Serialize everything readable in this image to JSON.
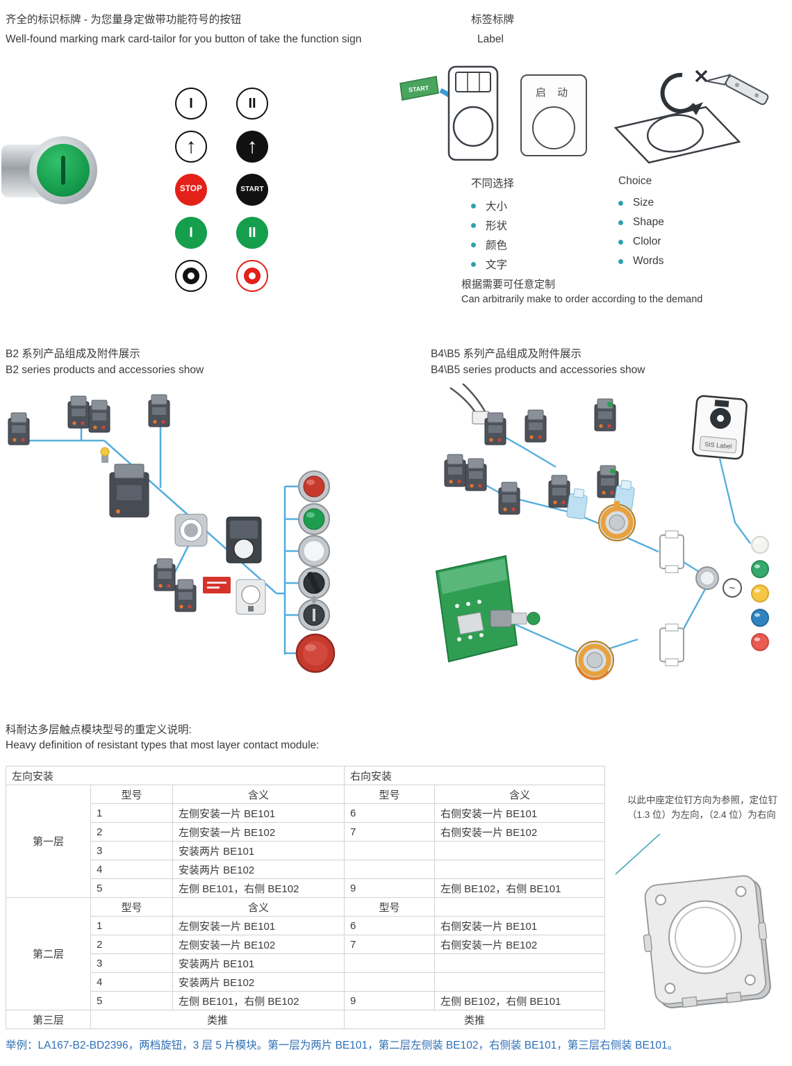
{
  "colors": {
    "accent_teal": "#2fa0ad",
    "diagram_blue": "#56aede",
    "example_blue": "#2e6fb5",
    "symbol_red": "#e32119",
    "symbol_green": "#159e4c",
    "symbol_black": "#111111"
  },
  "section1": {
    "left": {
      "title_cn": "齐全的标识标牌 - 为您量身定做带功能符号的按钮",
      "title_en": "Well-found marking mark card-tailor for you button of take the function sign",
      "symbols": {
        "sym1": "I",
        "sym2": "II",
        "sym3": "↑",
        "sym4": "↑",
        "sym5": "STOP",
        "sym6": "START",
        "sym7": "I",
        "sym8": "II"
      }
    },
    "right": {
      "title_cn": "标签标牌",
      "title_en": "Label",
      "start_tag": "START",
      "tag_text": "启 动",
      "choice_title_cn": "不同选择",
      "choice_title_en": "Choice",
      "choices_cn": [
        "大小",
        "形状",
        "颜色",
        "文字"
      ],
      "choices_en": [
        "Size",
        "Shape",
        "Clolor",
        "Words"
      ],
      "custom_cn": "根据需要可任意定制",
      "custom_en": "Can arbitrarily make to order according to the demand"
    }
  },
  "section2": {
    "b2_title_cn": "B2 系列产品组成及附件展示",
    "b2_title_en": "B2 series products and accessories show",
    "b45_title_cn": "B4\\B5 系列产品组成及附件展示",
    "b45_title_en": "B4\\B5 series products and accessories show",
    "sis_label": "SIS Label",
    "ac_symbol": "~"
  },
  "section3": {
    "title_cn": "科耐达多层触点模块型号的重定义说明:",
    "title_en": "Heavy definition of resistant types that most layer contact module:",
    "note": "以此中座定位钉方向为参照，定位钉（1.3 位）为左向，（2.4 位）为右向",
    "example": "举例：LA167-B2-BD2396，两档旋钮，3 层 5 片模块。第一层为两片 BE101，第二层左侧装 BE102，右侧装 BE101，第三层右侧装 BE101。",
    "table": {
      "header_left": "左向安装",
      "header_right": "右向安装",
      "model_header": "型号",
      "meaning_header": "含义",
      "layer1_label": "第一层",
      "layer2_label": "第二层",
      "layer3_label": "第三层",
      "etc_text": "类推",
      "layer1_rows": [
        {
          "lm": "1",
          "ld": "左侧安装一片 BE101",
          "rm": "6",
          "rd": "右侧安装一片 BE101"
        },
        {
          "lm": "2",
          "ld": "左侧安装一片 BE102",
          "rm": "7",
          "rd": "右侧安装一片 BE102"
        },
        {
          "lm": "3",
          "ld": "安装两片 BE101",
          "rm": "",
          "rd": ""
        },
        {
          "lm": "4",
          "ld": "安装两片 BE102",
          "rm": "",
          "rd": ""
        },
        {
          "lm": "5",
          "ld": "左侧 BE101，右侧 BE102",
          "rm": "9",
          "rd": "左侧 BE102，右侧 BE101"
        }
      ],
      "layer2_rows": [
        {
          "lm": "1",
          "ld": "左侧安装一片 BE101",
          "rm": "6",
          "rd": "右侧安装一片 BE101"
        },
        {
          "lm": "2",
          "ld": "左侧安装一片 BE102",
          "rm": "7",
          "rd": "右侧安装一片 BE102"
        },
        {
          "lm": "3",
          "ld": "安装两片 BE101",
          "rm": "",
          "rd": ""
        },
        {
          "lm": "4",
          "ld": "安装两片 BE102",
          "rm": "",
          "rd": ""
        },
        {
          "lm": "5",
          "ld": "左侧 BE101，右侧 BE102",
          "rm": "9",
          "rd": "左侧 BE102，右侧 BE101"
        }
      ]
    }
  }
}
